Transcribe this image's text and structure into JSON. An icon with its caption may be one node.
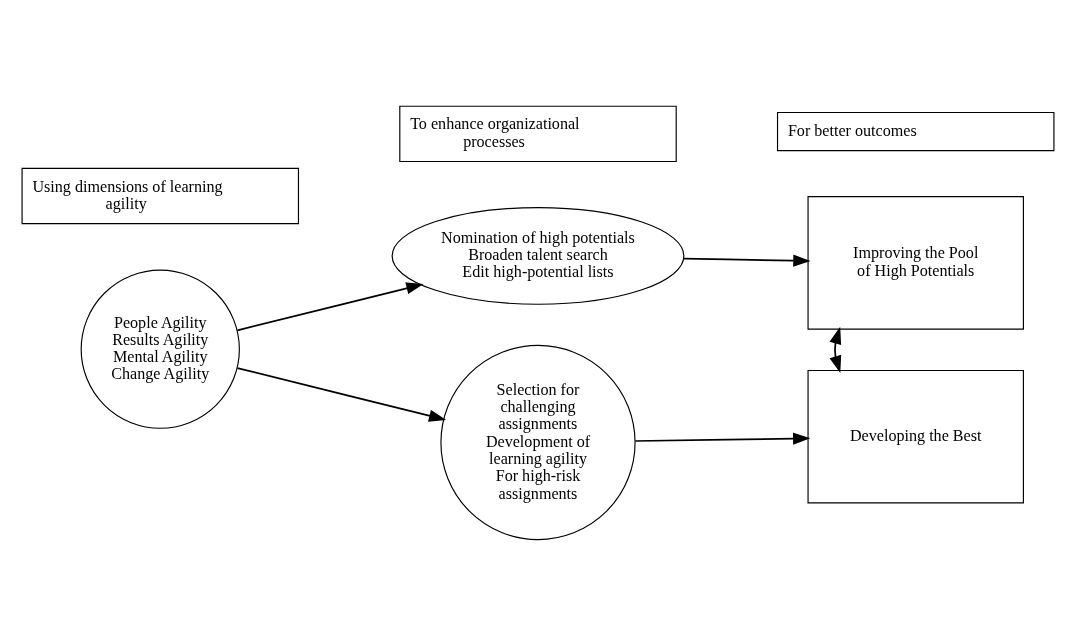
{
  "diagram": {
    "nodes": [
      {
        "text": [
          "People Agility",
          "Results Agility",
          "Mental Agility",
          "Change Agility"
        ]
      },
      {
        "text": [
          "Nomination of high potentials",
          "Broaden talent search",
          "Edit high-potential lists"
        ]
      },
      {
        "text": [
          "Selection for challenging assignments",
          "Development of learning agility",
          "For high-risk assignments"
        ]
      },
      {
        "text": [
          "Improving the Pool of High Potentials"
        ]
      },
      {
        "text": [
          "Developing the Best"
        ]
      }
    ],
    "edges": [
      {
        "from": 0,
        "to": 1,
        "arrow": "to"
      },
      {
        "from": 0,
        "to": 2,
        "arrow": "to"
      },
      {
        "from": 1,
        "to": 3,
        "arrow": "to"
      },
      {
        "from": 2,
        "to": 4,
        "arrow": "to"
      },
      {
        "from": 3,
        "to": 4,
        "arrow": "both"
      }
    ],
    "labels": [
      "Using dimensions of learning agility",
      "To enhance organizational processes",
      "For better outcomes"
    ]
  }
}
